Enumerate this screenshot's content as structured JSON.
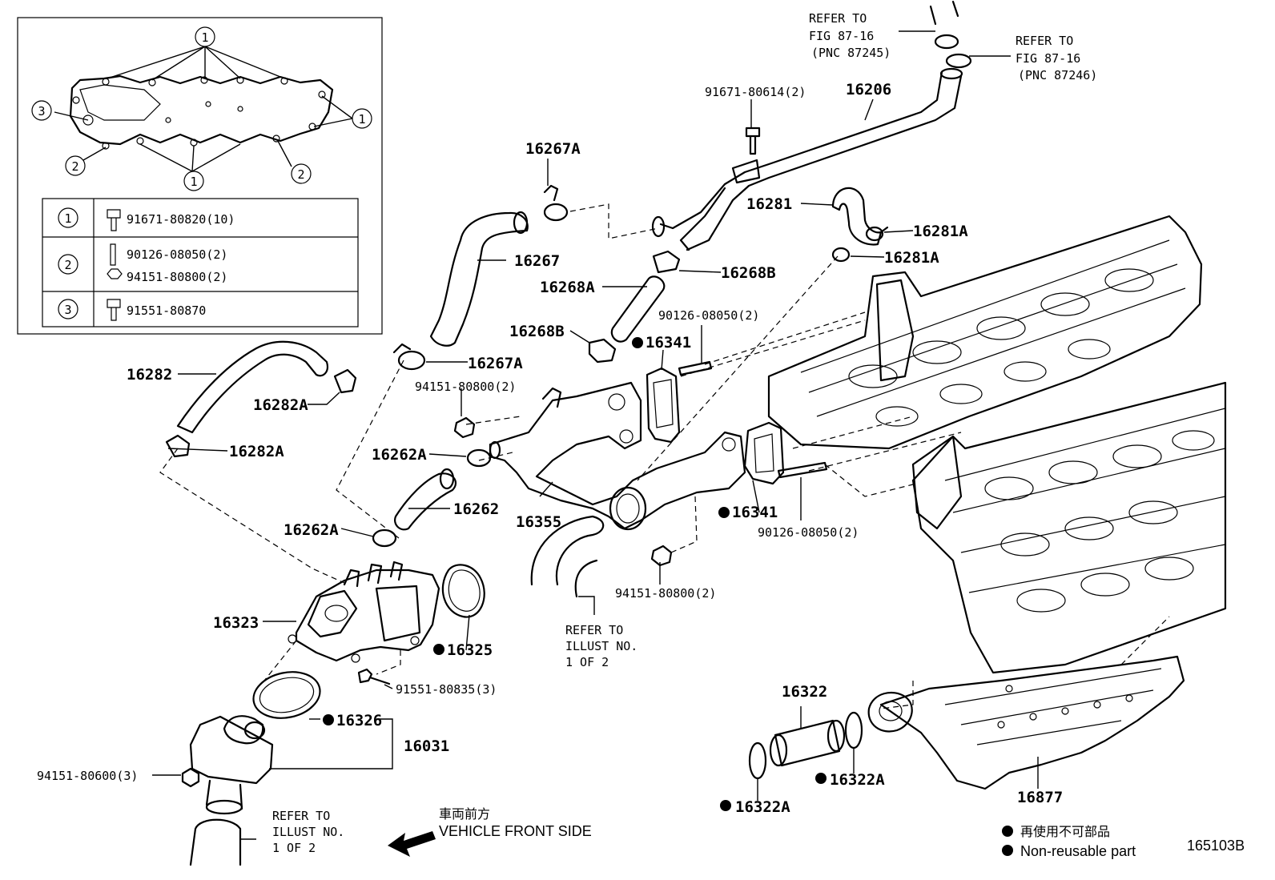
{
  "inset": {
    "callout_1": "1",
    "callout_2": "2",
    "callout_3": "3",
    "table": [
      {
        "key": "1",
        "parts": [
          "91671-80820(10)"
        ]
      },
      {
        "key": "2",
        "parts": [
          "90126-08050(2)",
          "94151-80800(2)"
        ]
      },
      {
        "key": "3",
        "parts": [
          "91551-80870"
        ]
      }
    ]
  },
  "refs": {
    "fig87_16_a": [
      "REFER TO",
      "FIG 87-16",
      "(PNC 87245)"
    ],
    "fig87_16_b": [
      "REFER TO",
      "FIG 87-16",
      "(PNC 87246)"
    ],
    "illust_mid": [
      "REFER TO",
      "ILLUST NO.",
      "1 OF 2"
    ],
    "illust_bottom": [
      "REFER TO",
      "ILLUST NO.",
      "1 OF 2"
    ]
  },
  "labels": {
    "p16206": "16206",
    "p91671_80614": "91671-80614(2)",
    "p16267A_top": "16267A",
    "p16281": "16281",
    "p16281A_1": "16281A",
    "p16281A_2": "16281A",
    "p16267": "16267",
    "p16268B_r": "16268B",
    "p16268A": "16268A",
    "p90126_top": "90126-08050(2)",
    "p16268B_l": "16268B",
    "p16341_top": "16341",
    "p16282": "16282",
    "p16267A_mid": "16267A",
    "p94151_80800_top": "94151-80800(2)",
    "p16282A_1": "16282A",
    "p16282A_2": "16282A",
    "p16262A_top": "16262A",
    "p16262": "16262",
    "p16355": "16355",
    "p16341_bot": "16341",
    "p90126_bot": "90126-08050(2)",
    "p16262A_bot": "16262A",
    "p16323": "16323",
    "p94151_80800_bot": "94151-80800(2)",
    "p16325": "16325",
    "p91551_80835": "91551-80835(3)",
    "p16326": "16326",
    "p16031": "16031",
    "p94151_80600": "94151-80600(3)",
    "p16322": "16322",
    "p16322A_r": "16322A",
    "p16322A_l": "16322A",
    "p16877": "16877"
  },
  "front": {
    "cjk": "車両前方",
    "en": "VEHICLE FRONT SIDE"
  },
  "legend": {
    "cjk": "再使用不可部品",
    "en": "Non-reusable part"
  },
  "code": "165103B"
}
